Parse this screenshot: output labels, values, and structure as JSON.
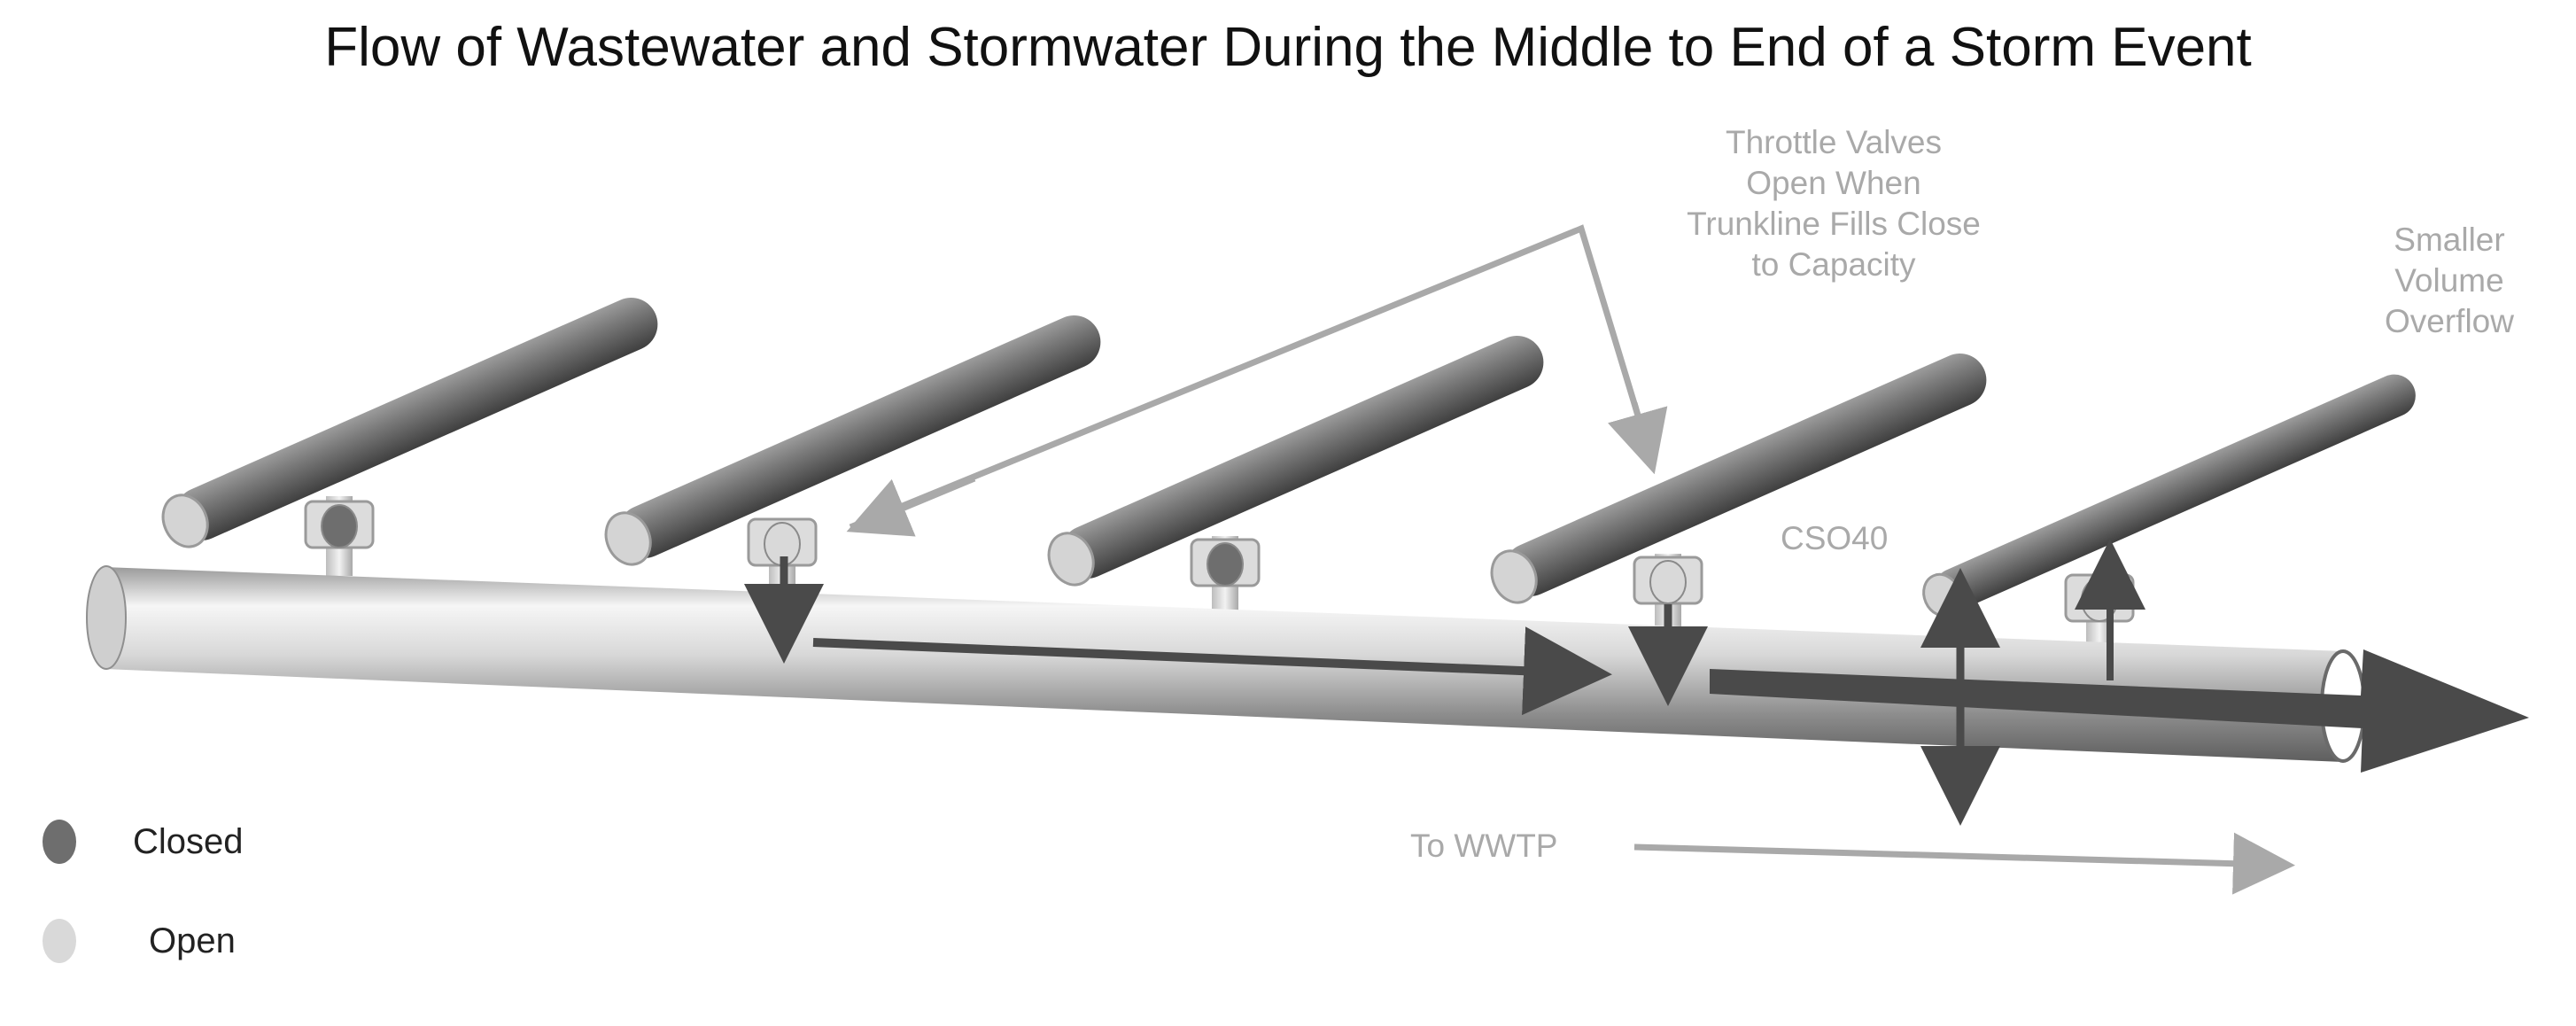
{
  "title": "Flow of Wastewater and Stormwater During the Middle to End of a Storm Event",
  "annotations": {
    "throttle_valves": [
      "Throttle Valves",
      "Open When",
      "Trunkline Fills Close",
      "to Capacity"
    ],
    "smaller_volume_overflow": [
      "Smaller",
      "Volume",
      "Overflow"
    ],
    "cso_label": "CSO40",
    "to_wwtp": "To WWTP"
  },
  "legend": {
    "closed": "Closed",
    "open": "Open"
  },
  "valves": [
    {
      "id": "valve-1",
      "state": "closed"
    },
    {
      "id": "valve-2",
      "state": "open"
    },
    {
      "id": "valve-3",
      "state": "closed"
    },
    {
      "id": "valve-4",
      "state": "open"
    },
    {
      "id": "valve-5",
      "state": "open"
    }
  ],
  "colors": {
    "closed": "#6e6e6e",
    "open": "#d9d9d9",
    "flow_arrow": "#4a4a4a",
    "annotation": "#a9a9a9",
    "pipe_dark": "#7a7a7a",
    "pipe_light": "#f4f4f4"
  }
}
